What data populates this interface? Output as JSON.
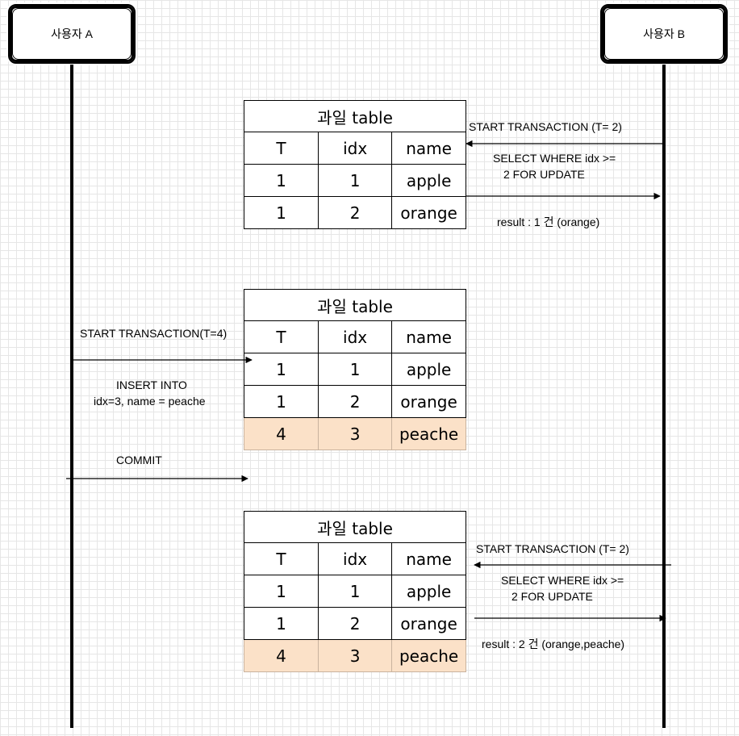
{
  "actors": {
    "a": "사용자 A",
    "b": "사용자 B"
  },
  "tables": [
    {
      "title": "과일 table",
      "headers": [
        "T",
        "idx",
        "name"
      ],
      "rows": [
        [
          "1",
          "1",
          "apple"
        ],
        [
          "1",
          "2",
          "orange"
        ]
      ]
    },
    {
      "title": "과일 table",
      "headers": [
        "T",
        "idx",
        "name"
      ],
      "rows": [
        [
          "1",
          "1",
          "apple"
        ],
        [
          "1",
          "2",
          "orange"
        ],
        [
          "4",
          "3",
          "peache"
        ]
      ]
    },
    {
      "title": "과일 table",
      "headers": [
        "T",
        "idx",
        "name"
      ],
      "rows": [
        [
          "1",
          "1",
          "apple"
        ],
        [
          "1",
          "2",
          "orange"
        ],
        [
          "4",
          "3",
          "peache"
        ]
      ]
    }
  ],
  "messages": {
    "b_start_1": "START TRANSACTION (T= 2)",
    "b_select_1_line1": "SELECT WHERE idx >=",
    "b_select_1_line2": "2 FOR UPDATE",
    "b_result_1": "result : 1 건 (orange)",
    "a_start": "START TRANSACTION(T=4)",
    "a_insert_line1": "INSERT INTO",
    "a_insert_line2": "idx=3, name = peache",
    "a_commit": "COMMIT",
    "b_start_2": "START TRANSACTION (T= 2)",
    "b_select_2_line1": "SELECT WHERE idx >=",
    "b_select_2_line2": "2 FOR UPDATE",
    "b_result_2": "result : 2 건 (orange,peache)"
  },
  "colors": {
    "highlight_row": "#fbe1c8"
  }
}
